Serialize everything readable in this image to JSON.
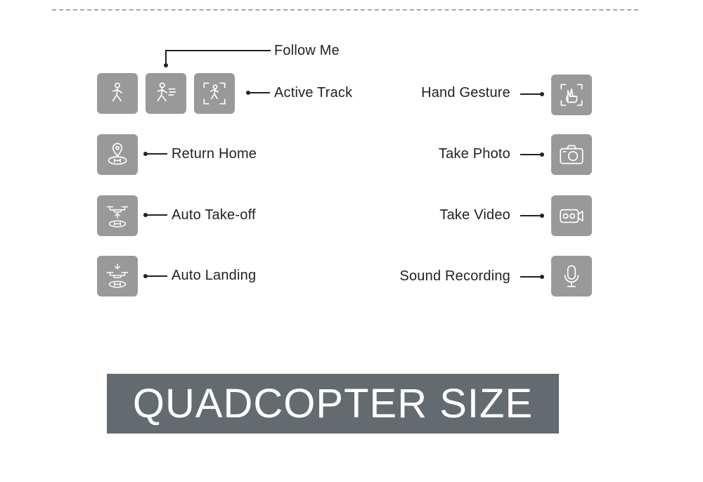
{
  "features": {
    "follow_me": "Follow Me",
    "active_track": "Active Track",
    "return_home": "Return Home",
    "auto_takeoff": "Auto Take-off",
    "auto_landing": "Auto Landing",
    "hand_gesture": "Hand Gesture",
    "take_photo": "Take Photo",
    "take_video": "Take Video",
    "sound_recording": "Sound Recording"
  },
  "banner": {
    "title": "QUADCOPTER SIZE"
  },
  "icons": {
    "walking_person": "walking-person-icon",
    "follow_person": "follow-person-icon",
    "track_frame": "track-frame-icon",
    "home_pin": "home-pin-icon",
    "takeoff": "takeoff-icon",
    "landing": "landing-icon",
    "gesture": "hand-gesture-icon",
    "camera": "camera-icon",
    "video": "video-camera-icon",
    "mic": "microphone-icon"
  },
  "colors": {
    "tile": "#999999",
    "banner": "#646b70",
    "text": "#222222"
  }
}
